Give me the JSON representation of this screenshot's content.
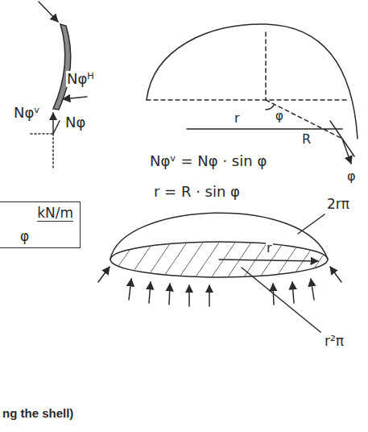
{
  "diagram": {
    "nodes": [
      {
        "text": [
          "kN/m",
          "φ"
        ]
      }
    ],
    "labels": [
      "Nφᴴ",
      "Nφᵛ",
      "Nφ",
      "r",
      "φ",
      "R",
      "φ",
      "Nφᵛ = Nφ · sin φ",
      "r = R · sin φ",
      "2rπ",
      "r",
      "r²π",
      "ng the shell)"
    ]
  }
}
